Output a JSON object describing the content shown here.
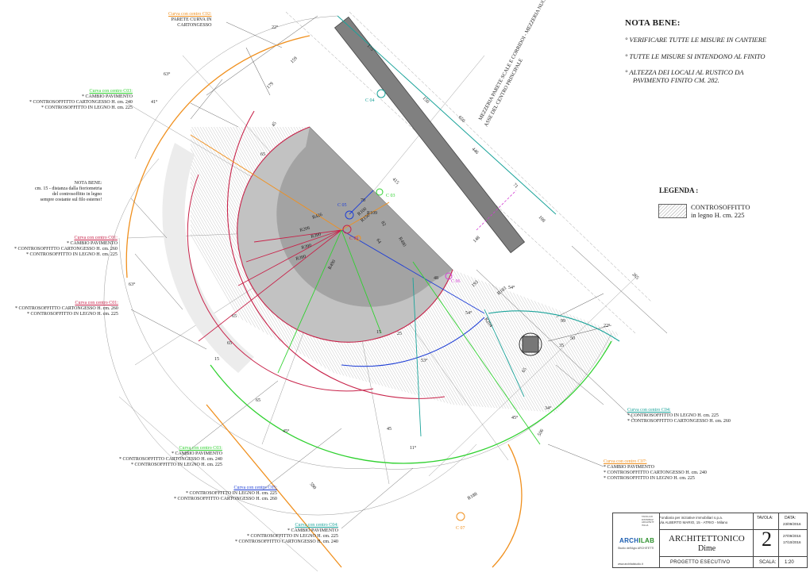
{
  "notabene": {
    "title": "NOTA BENE:",
    "items": [
      "° VERIFICARE TUTTE LE MISURE IN CANTIERE",
      "° TUTTE LE MISURE SI INTENDONO AL FINITO",
      "° ALTEZZA DEI LOCALI  AL RUSTICO DA",
      "PAVIMENTO FINITO CM. 282."
    ]
  },
  "legenda": {
    "title": "LEGENDA :",
    "line1": "CONTROSOFFITTO",
    "line2": "in legno H. cm. 225"
  },
  "annotations": {
    "c02": {
      "head": "Curva con centro C02:",
      "lines": [
        "PARETE CURVA IN",
        "CARTONGESSO"
      ]
    },
    "c03": {
      "head": "Curva con centro C03:",
      "lines": [
        "* CAMBIO PAVIMENTO",
        "* CONTROSOFFITTO CARTONGESSO H. cm. 240",
        "* CONTROSOFFITTO IN LEGNO H. cm. 225"
      ]
    },
    "nb_left": {
      "lines": [
        "NOTA BENE:",
        "cm. 15 - distanza dalla fioriometria",
        "del controsoffitto in legno",
        "sempre costante sul filo esterno!"
      ]
    },
    "c01a": {
      "head": "Curva con centro C01:",
      "lines": [
        "* CAMBIO PAVIMENTO",
        "* CONTROSOFFITTO CARTONGESSO H. cm. 260",
        "* CONTROSOFFITTO IN LEGNO H. cm. 225"
      ]
    },
    "c01b": {
      "head": "Curva con centro C01:",
      "lines": [
        "* CONTROSOFFITTO CARTONGESSO H. cm. 260",
        "* CONTROSOFFITTO IN LEGNO H. cm. 225"
      ]
    },
    "c03b": {
      "head": "Curva con centro C03:",
      "lines": [
        "* CAMBIO PAVIMENTO",
        "* CONTROSOFFITTO CARTONGESSO H. cm. 240",
        "* CONTROSOFFITTO IN LEGNO H. cm. 225"
      ]
    },
    "c05": {
      "head": "Curva con centro C05:",
      "lines": [
        "* CONTROSOFFITTO IN LEGNO H. cm. 225",
        "* CONTROSOFFITTO CARTONGESSO H. cm. 260"
      ]
    },
    "c04": {
      "head": "Curva con centro C04:",
      "lines": [
        "* CAMBIO PAVIMENTO",
        "* CONTROSOFFITTO IN LEGNO H. cm. 225",
        "* CONTROSOFFITTO CARTONGESSO H. cm. 240"
      ]
    },
    "c04b": {
      "head": "Curva con centro C04:",
      "lines": [
        "* CONTROSOFFITTO IN LEGNO H. cm. 225",
        "* CONTROSOFFITTO CARTONGESSO H. cm. 260"
      ]
    },
    "c07": {
      "head": "Curva con centro C07:",
      "lines": [
        "* CAMBIO PAVIMENTO",
        "* CONTROSOFFITTO CARTONGESSO H. cm. 240",
        "* CONTROSOFFITTO IN LEGNO H. cm. 225"
      ]
    }
  },
  "axis_labels": {
    "asse": "ASSE DEL CENTRO PRINCIPALE",
    "mezzeria": "MEZZERIA PARETE SCALE E CORRIDOI - MEZZERIA NUCLEO"
  },
  "centers": [
    "C 01",
    "C 02",
    "C 03",
    "C 04",
    "C 05",
    "C 06",
    "C 07"
  ],
  "radii": [
    "R426",
    "R206",
    "R390",
    "R390",
    "R390",
    "R490",
    "R490",
    "R183",
    "R204",
    "R188",
    "R100",
    "R150",
    "R109"
  ],
  "dimensions": [
    "22°",
    "63°",
    "41°",
    "159",
    "179",
    "175",
    "150",
    "45",
    "65",
    "650",
    "446",
    "415",
    "71",
    "108",
    "265",
    "148",
    "54°",
    "193",
    "65",
    "65",
    "65",
    "15",
    "45°",
    "506",
    "34°",
    "45°",
    "54°",
    "11°",
    "590",
    "45",
    "99",
    "50",
    "35",
    "53°",
    "15",
    "25",
    "65",
    "70",
    "64",
    "82",
    "48",
    "63°",
    "22°"
  ],
  "titleblock": {
    "logo_a": "ARCH",
    "logo_b": "ILAB",
    "logo_sub": "Studio dell'Agio ARCHITETTI",
    "small": [
      "TAVOLA DI",
      "DISTRIBUZ.",
      "ARCHITETT.",
      "ITALIA"
    ],
    "client": [
      "Fondiaria per iniziative immobiliari s.p.a.",
      "Via ALBERTO MARIO, 15 - ATRIO - Milano"
    ],
    "discipline": "ARCHITETTONICO",
    "project": "Dime",
    "phase": "PROGETTO  ESECUTIVO",
    "tavola_label": "TAVOLA:",
    "tavola": "2",
    "data_label": "DATA:",
    "dates": [
      "23/09/2016",
      "27/09/2016",
      "17/10/2016"
    ],
    "scala_label": "SCALA:",
    "scala": "1:20",
    "site": "www.architalstudio.it"
  },
  "colors": {
    "orange": "#f0901e",
    "crimson": "#c8234a",
    "blue": "#1f3fd6",
    "green": "#2fd12f",
    "teal": "#1aa39a",
    "magenta": "#d43fd4",
    "grey_fill": "#a3a3a3",
    "wall": "#808080"
  }
}
